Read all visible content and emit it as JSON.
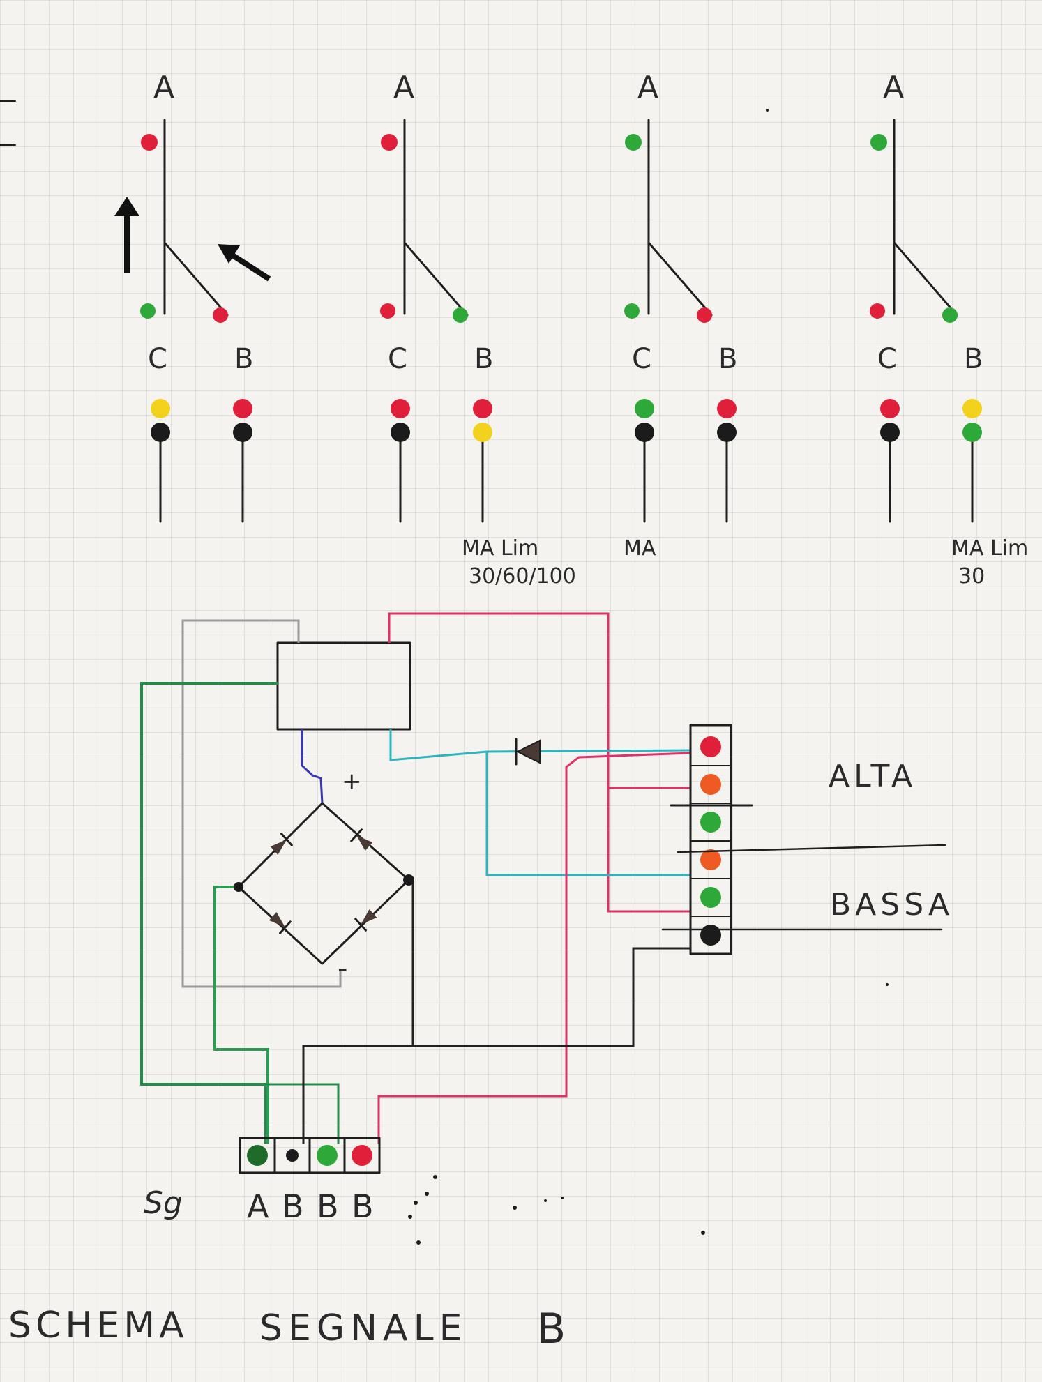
{
  "title": {
    "words": [
      "SCHEMA",
      "SEGNALE",
      "B"
    ]
  },
  "junction_diagrams": [
    {
      "top_label": "A",
      "left_label": "C",
      "right_label": "B",
      "lamp_top": "red",
      "lamp_left": "green",
      "lamp_right": "red",
      "arrows": true,
      "signal_C": [
        "yellow",
        "black"
      ],
      "signal_B": [
        "red",
        "black"
      ],
      "caption_C": "",
      "caption_B": ""
    },
    {
      "top_label": "A",
      "left_label": "C",
      "right_label": "B",
      "lamp_top": "red",
      "lamp_left": "red",
      "lamp_right": "green",
      "arrows": false,
      "signal_C": [
        "red",
        "black"
      ],
      "signal_B": [
        "red",
        "yellow"
      ],
      "caption_C": "",
      "caption_B": "MA Lim 30/60/100"
    },
    {
      "top_label": "A",
      "left_label": "C",
      "right_label": "B",
      "lamp_top": "green",
      "lamp_left": "green",
      "lamp_right": "red",
      "arrows": false,
      "signal_C": [
        "green",
        "black"
      ],
      "signal_B": [
        "red",
        "black"
      ],
      "caption_C": "MA",
      "caption_B": ""
    },
    {
      "top_label": "A",
      "left_label": "C",
      "right_label": "B",
      "lamp_top": "green",
      "lamp_left": "red",
      "lamp_right": "green",
      "arrows": false,
      "signal_C": [
        "red",
        "black"
      ],
      "signal_B": [
        "yellow",
        "green"
      ],
      "caption_C": "",
      "caption_B": "MA Lim 30"
    }
  ],
  "circuit": {
    "bridge_plus": "+",
    "bridge_minus": "-",
    "signal_head_lamps": [
      "red",
      "orange",
      "green",
      "orange",
      "green",
      "black"
    ],
    "label_alta": "ALTA",
    "label_bassa": "BASSA",
    "connector_pins": [
      {
        "label": "A",
        "color": "darkgreen"
      },
      {
        "label": "B",
        "color": "black"
      },
      {
        "label": "B",
        "color": "green"
      },
      {
        "label": "B",
        "color": "red"
      }
    ],
    "connector_tag": "Sg"
  },
  "colors": {
    "red": "#e0203a",
    "green": "#2fa83a",
    "darkgreen": "#1f6b2a",
    "yellow": "#f2d21c",
    "orange": "#ee5a22",
    "black": "#1b1b1b",
    "wire_pink": "#e0306a",
    "wire_cyan": "#2fb3c0",
    "wire_green": "#238c4a",
    "wire_gray": "#9a9a9a",
    "wire_blue": "#3a3ab0",
    "wire_black": "#222222"
  }
}
